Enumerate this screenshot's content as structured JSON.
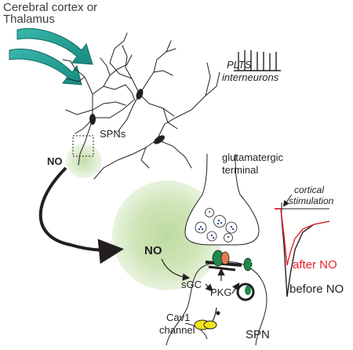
{
  "source": {
    "line1": "Cerebral cortex or",
    "line2": "Thalamus"
  },
  "neurons": {
    "pltsLine1": "PLTS",
    "pltsLine2": "interneurons",
    "spns": "SPNs",
    "no": "NO"
  },
  "terminal": {
    "line1": "glutamatergic",
    "line2": "terminal"
  },
  "synapse": {
    "no": "NO",
    "sgc": "sGC",
    "pkg": "PKG",
    "cav1Line1": "Cav1",
    "cav1Line2": "channel",
    "spn": "SPN"
  },
  "trace": {
    "stimLine1": "cortical",
    "stimLine2": "stimulation",
    "after": "after NO",
    "before": "before NO"
  },
  "colors": {
    "arrowTeal": "#1f9d93",
    "glowGreen": "#c9e3b1",
    "afterRed": "#e8212a",
    "vesicleBlue": "#2e4a9e",
    "proteinGreen": "#1e8a4a",
    "proteinOrange": "#e27a4e",
    "channelYellow": "#f2e51c"
  }
}
